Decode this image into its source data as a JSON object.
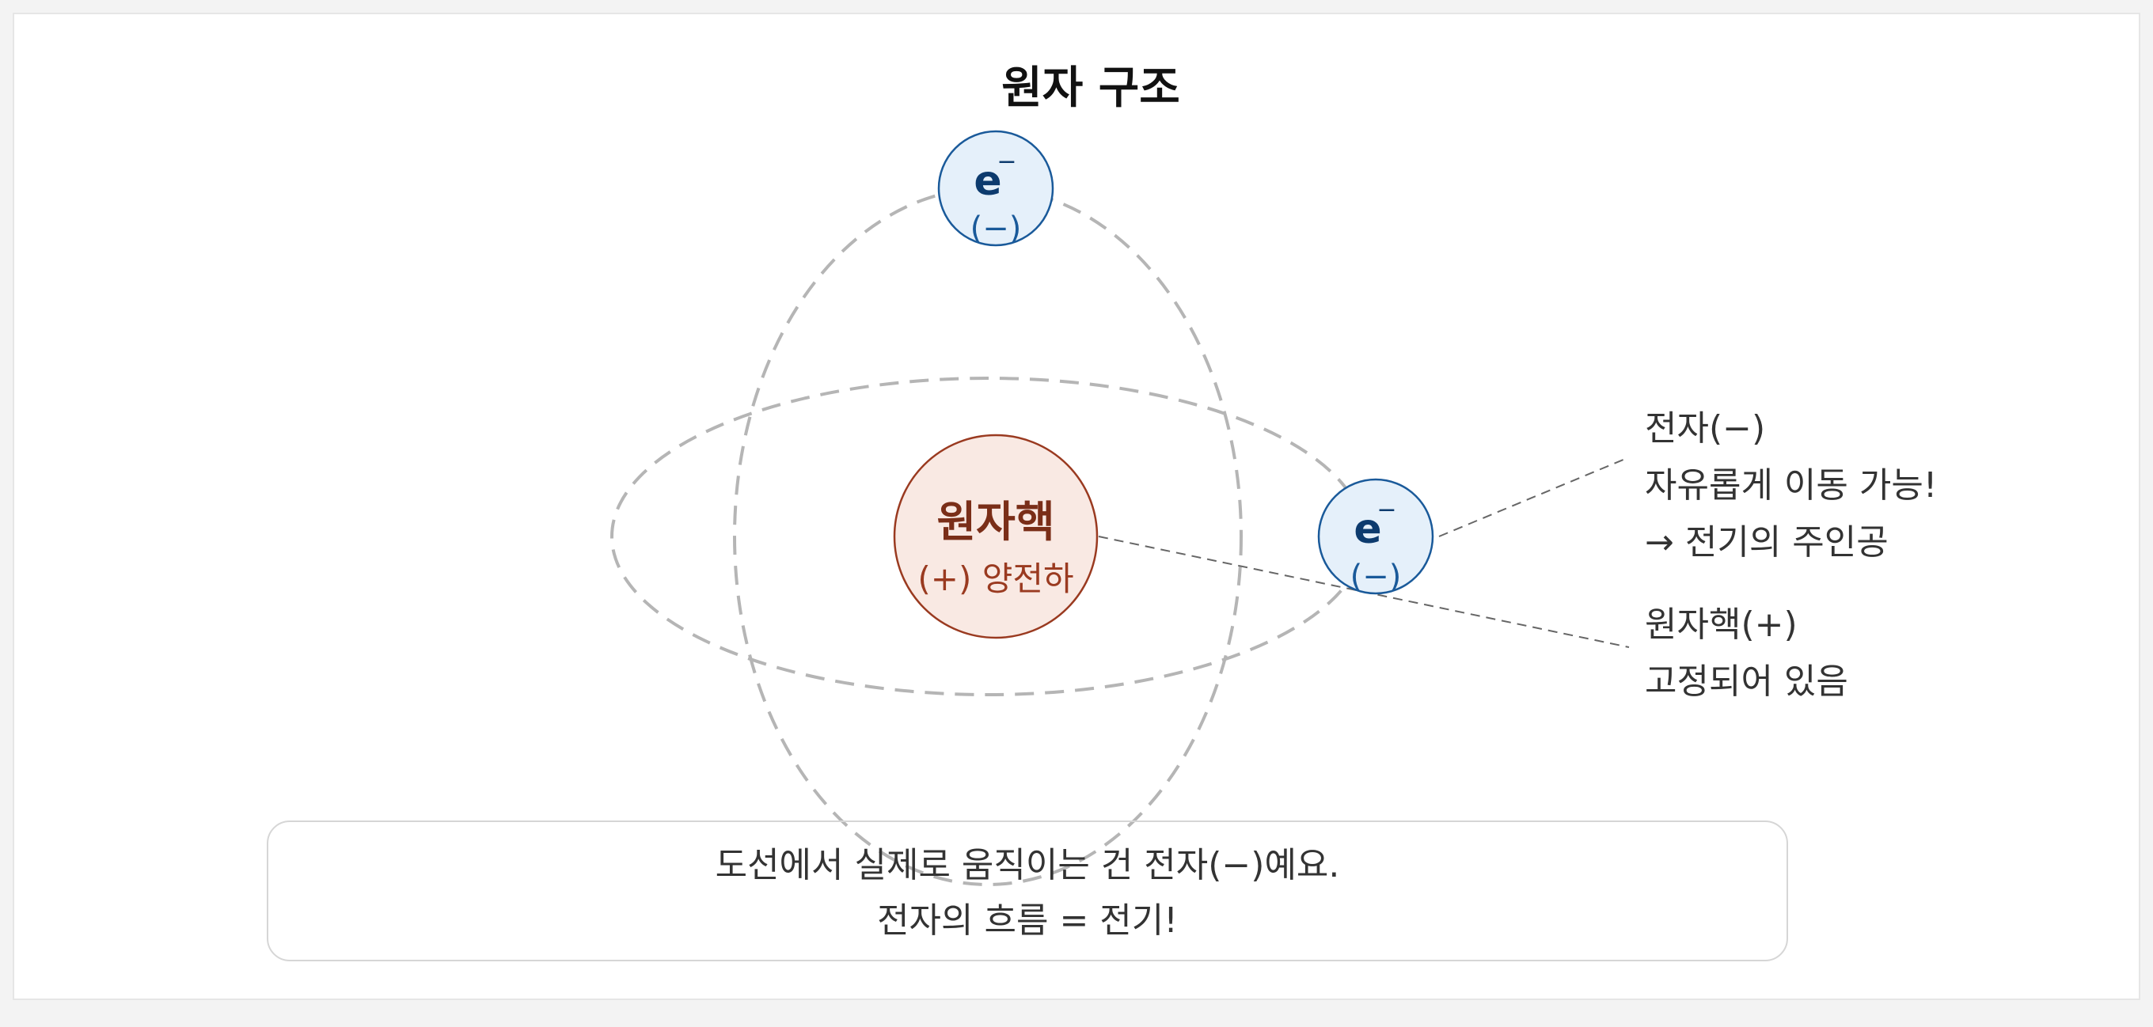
{
  "title": "원자 구조",
  "nucleus": {
    "label": "원자핵",
    "charge": "(+) 양전하"
  },
  "electrons": [
    {
      "symbol": "e",
      "superscript": "−",
      "charge": "(−)"
    },
    {
      "symbol": "e",
      "superscript": "−",
      "charge": "(−)"
    }
  ],
  "callouts": {
    "electron": {
      "line1": "전자(−)",
      "line2": "자유롭게 이동 가능!",
      "line3": "→ 전기의 주인공"
    },
    "nucleus": {
      "line1": "원자핵(+)",
      "line2": "고정되어 있음"
    }
  },
  "note": {
    "line1": "도선에서 실제로 움직이는 건 전자(−)예요.",
    "line2": "전자의 흐름 = 전기!"
  },
  "colors": {
    "nucleus_fill": "#f9e9e3",
    "nucleus_stroke": "#9a3a20",
    "electron_fill": "#e5f0fa",
    "electron_stroke": "#1a5a9a",
    "orbit": "#b5b5b5",
    "leader": "#666666"
  }
}
